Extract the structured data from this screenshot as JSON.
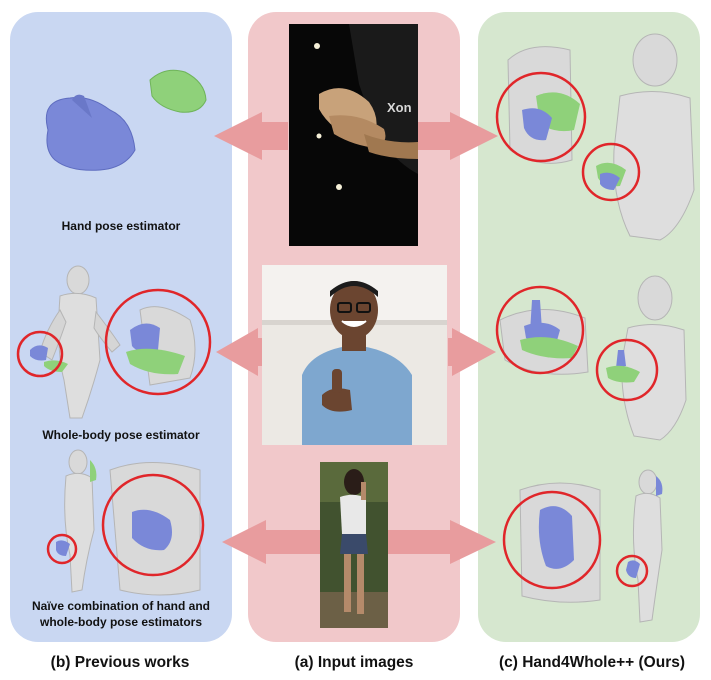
{
  "panels": {
    "previous": {
      "labels": [
        "Hand pose estimator",
        "Whole-body pose estimator",
        "Naïve combination of hand and",
        "whole-body pose estimators"
      ]
    },
    "caption_previous": "(b) Previous works",
    "caption_input": "(a) Input images",
    "caption_ours": "(c) Hand4Whole++ (Ours)"
  },
  "colors": {
    "previous_bg": "#c9d7f2",
    "input_bg": "#f1c8ca",
    "ours_bg": "#d6e7cf",
    "arrow": "#e89c9e",
    "circle": "#e0262a",
    "left_hand": "#7a88d8",
    "right_hand": "#8fd17a",
    "body": "#d9d9d9"
  },
  "photo_text": {
    "shirt_logo": "Xon"
  }
}
